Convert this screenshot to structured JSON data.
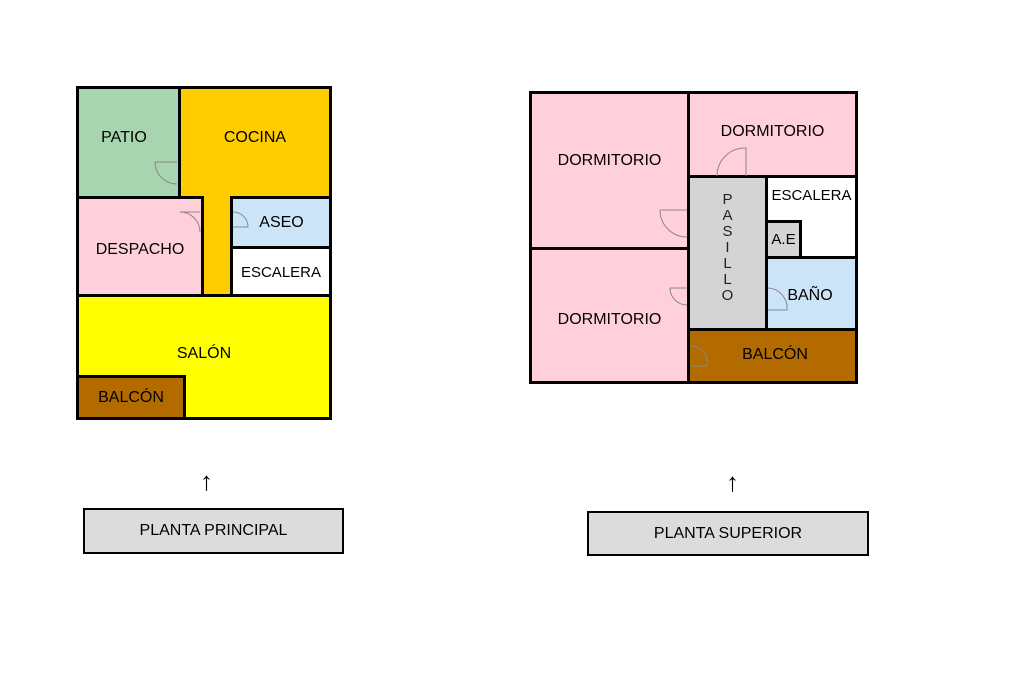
{
  "planta_principal": {
    "label": "PLANTA PRINCIPAL",
    "rooms": {
      "patio": "PATIO",
      "cocina": "COCINA",
      "despacho": "DESPACHO",
      "aseo": "ASEO",
      "escalera": "ESCALERA",
      "salon": "SALÓN",
      "balcon": "BALCÓN"
    }
  },
  "planta_superior": {
    "label": "PLANTA SUPERIOR",
    "rooms": {
      "dormitorio_1": "DORMITORIO",
      "dormitorio_2": "DORMITORIO",
      "dormitorio_3": "DORMITORIO",
      "pasillo": [
        "P",
        "A",
        "S",
        "I",
        "L",
        "L",
        "O"
      ],
      "escalera": "ESCALERA",
      "ae": "A.E",
      "bano": "BAÑO",
      "balcon": "BALCÓN"
    }
  },
  "arrow_glyph": "↑",
  "colors": {
    "patio": "#a8d5b0",
    "cocina": "#ffcc00",
    "despacho": "#ffd0dc",
    "aseo": "#cce4f8",
    "salon": "#ffff00",
    "balcon": "#b36b00",
    "pasillo": "#d4d4d4"
  }
}
